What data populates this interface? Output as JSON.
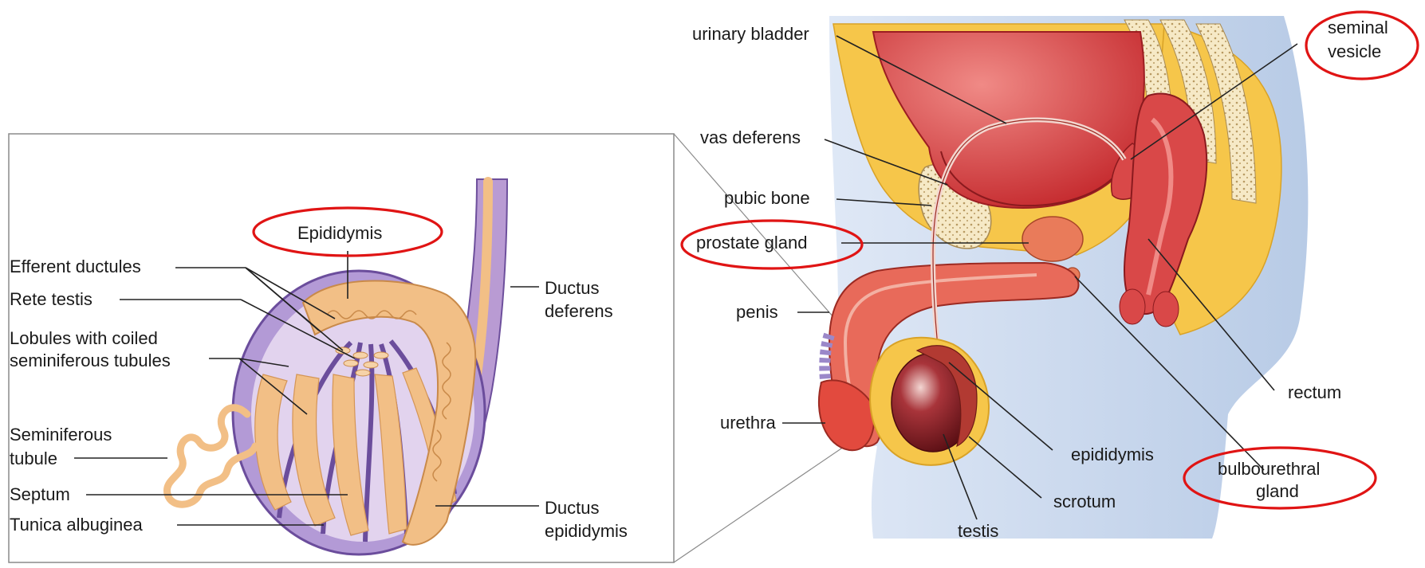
{
  "left_panel": {
    "labels": {
      "epididymis": "Epididymis",
      "efferent_ductules": "Efferent ductules",
      "rete_testis": "Rete testis",
      "lobules_line1": "Lobules with coiled",
      "lobules_line2": "seminiferous tubules",
      "seminiferous_tubule_line1": "Seminiferous",
      "seminiferous_tubule_line2": "tubule",
      "septum": "Septum",
      "tunica_albuginea": "Tunica albuginea",
      "ductus_deferens_line1": "Ductus",
      "ductus_deferens_line2": "deferens",
      "ductus_epididymis_line1": "Ductus",
      "ductus_epididymis_line2": "epididymis"
    },
    "highlighted": [
      "Epididymis"
    ]
  },
  "right_panel": {
    "labels": {
      "urinary_bladder": "urinary bladder",
      "vas_deferens": "vas deferens",
      "pubic_bone": "pubic bone",
      "prostate_gland": "prostate gland",
      "penis": "penis",
      "urethra": "urethra",
      "seminal_vesicle_line1": "seminal",
      "seminal_vesicle_line2": "vesicle",
      "rectum": "rectum",
      "epididymis": "epididymis",
      "scrotum": "scrotum",
      "testis": "testis",
      "bulbourethral_line1": "bulbourethral",
      "bulbourethral_line2": "gland"
    },
    "highlighted": [
      "seminal vesicle",
      "prostate gland",
      "bulbourethral gland"
    ]
  },
  "colors": {
    "highlight_ring": "#e01414",
    "tubule_tan": "#f2bf86",
    "tunica_purple": "#8e74b8",
    "organ_red": "#d93a3a",
    "fat_yellow": "#f6c64a",
    "tissue_blue": "#c9d8ee"
  }
}
